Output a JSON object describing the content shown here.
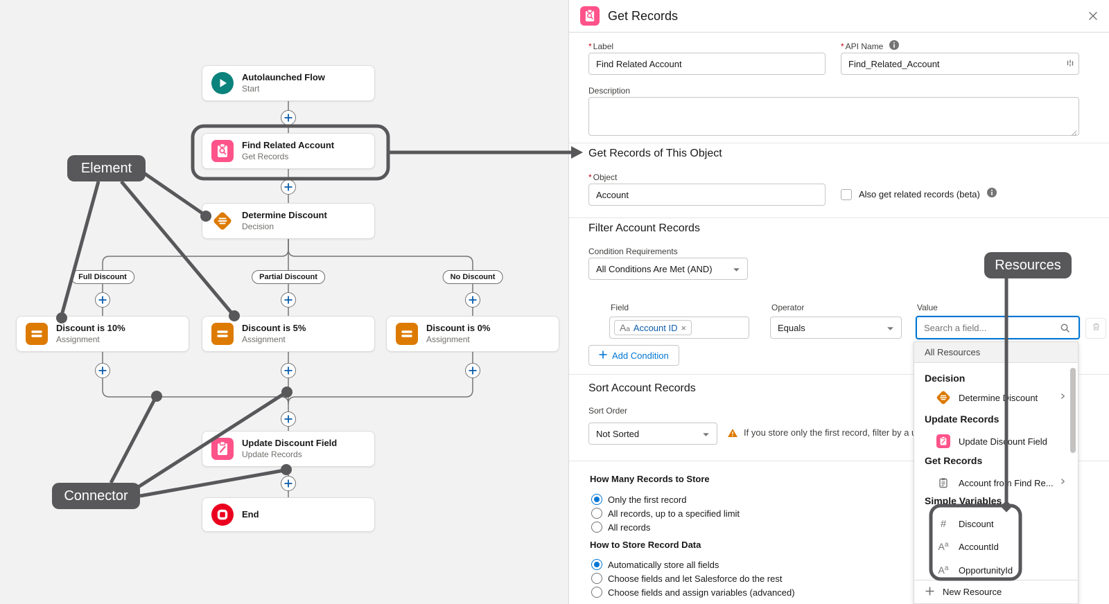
{
  "glyphs": {
    "required": "*",
    "text_type": "A",
    "text_type_sub": "a",
    "number_type": "#",
    "remove": "×"
  },
  "colors": {
    "accent_blue": "#0176D3",
    "data_pink": "#FF538A",
    "logic_orange": "#DD7A01",
    "start_teal": "#0B827C",
    "end_red": "#EA001E",
    "annotation_gray": "#58585B",
    "canvas_bg": "#F3F2F2"
  },
  "canvas": {
    "nodes": {
      "start": {
        "title": "Autolaunched Flow",
        "subtitle": "Start",
        "icon": "flow-start-icon"
      },
      "get_records": {
        "title": "Find Related Account",
        "subtitle": "Get Records",
        "icon": "get-records-icon"
      },
      "decision": {
        "title": "Determine Discount",
        "subtitle": "Decision",
        "icon": "decision-icon"
      },
      "assign_full": {
        "title": "Discount is 10%",
        "subtitle": "Assignment",
        "icon": "assignment-icon"
      },
      "assign_partial": {
        "title": "Discount is 5%",
        "subtitle": "Assignment",
        "icon": "assignment-icon"
      },
      "assign_none": {
        "title": "Discount is 0%",
        "subtitle": "Assignment",
        "icon": "assignment-icon"
      },
      "update": {
        "title": "Update Discount Field",
        "subtitle": "Update Records",
        "icon": "update-records-icon"
      },
      "end": {
        "title": "End",
        "icon": "end-icon"
      }
    },
    "branch_labels": [
      "Full Discount",
      "Partial Discount",
      "No Discount"
    ],
    "annotations": {
      "element": "Element",
      "connector": "Connector",
      "resources": "Resources"
    }
  },
  "panel": {
    "title": "Get Records",
    "label_field": {
      "label": "Label",
      "value": "Find Related Account"
    },
    "api_field": {
      "label": "API Name",
      "value": "Find_Related_Account"
    },
    "description_field": {
      "label": "Description",
      "value": ""
    },
    "object_section": {
      "heading": "Get Records of This Object",
      "object_label": "Object",
      "object_value": "Account",
      "related_checkbox_label": "Also get related records (beta)"
    },
    "filter_section": {
      "heading": "Filter Account Records",
      "condition_label": "Condition Requirements",
      "condition_value": "All Conditions Are Met (AND)",
      "field_label": "Field",
      "field_pill": "Account ID",
      "operator_label": "Operator",
      "operator_value": "Equals",
      "value_label": "Value",
      "value_placeholder": "Search a field...",
      "add_condition_label": "Add Condition"
    },
    "sort_section": {
      "heading": "Sort Account Records",
      "sort_order_label": "Sort Order",
      "sort_order_value": "Not Sorted",
      "warning_text": "If you store only the first record, filter by a uni"
    },
    "store_section": {
      "how_many_heading": "How Many Records to Store",
      "how_many_options": [
        "Only the first record",
        "All records, up to a specified limit",
        "All records"
      ],
      "how_many_selected": "Only the first record",
      "how_store_heading": "How to Store Record Data",
      "how_store_options": [
        "Automatically store all fields",
        "Choose fields and let Salesforce do the rest",
        "Choose fields and assign variables (advanced)"
      ],
      "how_store_selected": "Automatically store all fields"
    }
  },
  "resource_picker": {
    "header": "All Resources",
    "groups": [
      {
        "label": "Decision",
        "items": [
          {
            "label": "Determine Discount",
            "icon": "decision-icon",
            "has_chevron": true
          }
        ]
      },
      {
        "label": "Update Records",
        "items": [
          {
            "label": "Update Discount Field",
            "icon": "update-records-icon",
            "has_chevron": false
          }
        ]
      },
      {
        "label": "Get Records",
        "items": [
          {
            "label": "Account from Find Re...",
            "icon": "record-collection-icon",
            "has_chevron": true
          }
        ]
      },
      {
        "label": "Simple Variables",
        "items": [
          {
            "label": "Discount",
            "icon": "number-icon"
          },
          {
            "label": "AccountId",
            "icon": "text-icon"
          },
          {
            "label": "OpportunityId",
            "icon": "text-icon"
          }
        ]
      }
    ],
    "new_resource_label": "New Resource"
  }
}
